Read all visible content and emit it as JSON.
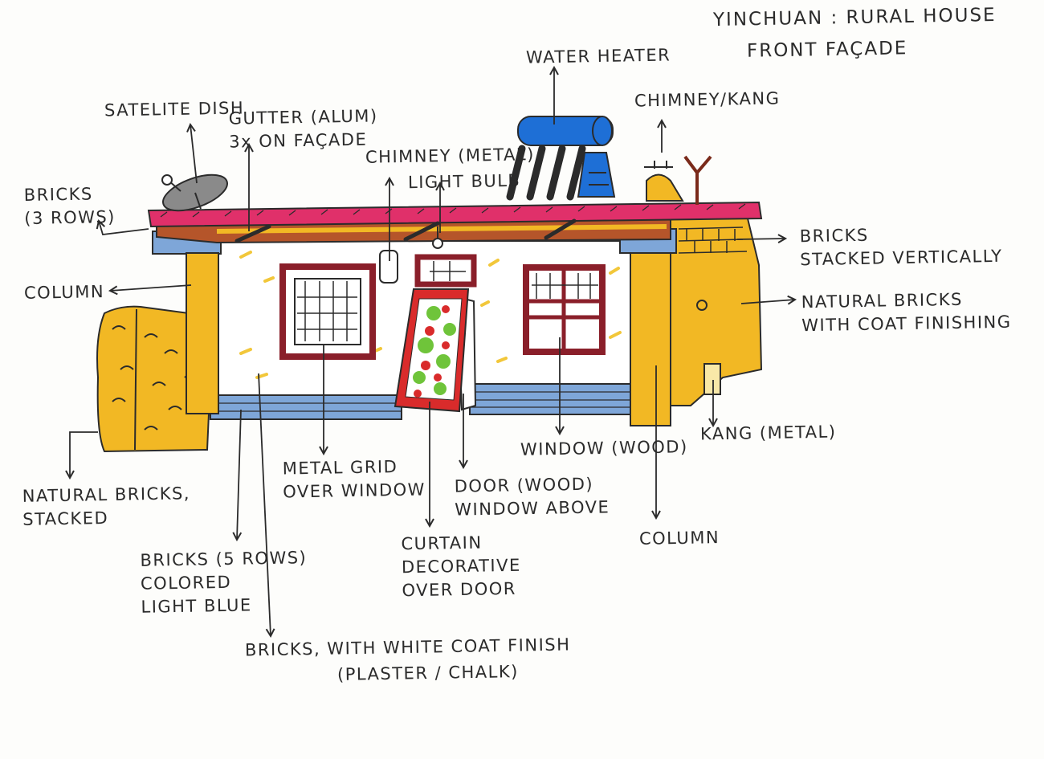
{
  "title": {
    "line1": "YINCHUAN : RURAL HOUSE",
    "line2": "FRONT FAÇADE"
  },
  "labels": {
    "water_heater": "WATER HEATER",
    "chimney_kang": "CHIMNEY/KANG",
    "satellite_dish": "SATELITE DISH",
    "gutter_line1": "GUTTER (ALUM)",
    "gutter_line2": "3x ON FAÇADE",
    "chimney_metal": "CHIMNEY (METAL)",
    "light_bulb": "LIGHT BULB",
    "bricks_3_line1": "BRICKS",
    "bricks_3_line2": "(3 ROWS)",
    "column_left": "COLUMN",
    "bricks_vertical_line1": "BRICKS",
    "bricks_vertical_line2": "STACKED VERTICALLY",
    "natural_coat_line1": "NATURAL BRICKS",
    "natural_coat_line2": "WITH COAT FINISHING",
    "window_wood": "WINDOW (WOOD)",
    "kang_metal": "KANG (METAL)",
    "natural_stacked_line1": "NATURAL BRICKS,",
    "natural_stacked_line2": "STACKED",
    "metal_grid_line1": "METAL GRID",
    "metal_grid_line2": "OVER WINDOW",
    "door_line1": "DOOR (WOOD)",
    "door_line2": "WINDOW ABOVE",
    "column_right": "COLUMN",
    "bricks_5_line1": "BRICKS (5 ROWS)",
    "bricks_5_line2": "COLORED",
    "bricks_5_line3": "LIGHT BLUE",
    "curtain_line1": "CURTAIN",
    "curtain_line2": "DECORATIVE",
    "curtain_line3": "OVER DOOR",
    "white_coat_line1": "BRICKS, WITH WHITE COAT FINISH",
    "white_coat_line2": "(PLASTER / CHALK)"
  },
  "colors": {
    "roof": "#e0306a",
    "eave": "#b5552a",
    "yellow": "#f2b824",
    "wall": "#ffffff",
    "blue_bricks": "#7ea6d8",
    "heater_blue": "#1e6fd6",
    "frame_red": "#8a1f2a",
    "curtain_red": "#d92b2b",
    "curtain_green": "#6fc43a",
    "ink": "#2b2b2b"
  }
}
